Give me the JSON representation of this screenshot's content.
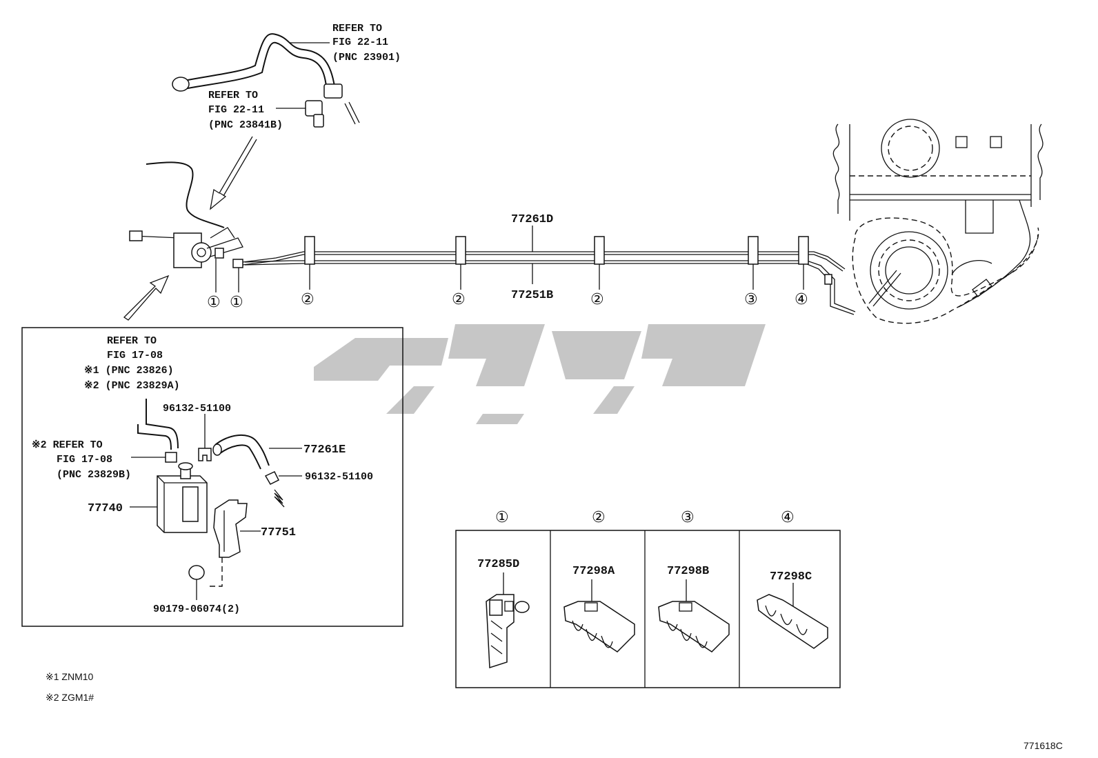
{
  "refs": {
    "top_right": [
      "REFER TO",
      "FIG 22-11",
      "(PNC 23901)"
    ],
    "top_left": [
      "REFER TO",
      "FIG 22-11",
      "(PNC 23841B)"
    ],
    "box": [
      "REFER TO",
      "FIG 17-08",
      "※1 (PNC 23826)",
      "※2 (PNC 23829A)"
    ],
    "box_left": [
      "※2 REFER TO",
      "FIG 17-08",
      "(PNC 23829B)"
    ]
  },
  "parts": {
    "p77261D": "77261D",
    "p77251B": "77251B",
    "p77261E": "77261E",
    "p77740": "77740",
    "p77751": "77751",
    "p96132_a": "96132-51100",
    "p96132_b": "96132-51100",
    "p90179": "90179-06074(2)"
  },
  "callouts": {
    "c1a": "①",
    "c1b": "①",
    "c2a": "②",
    "c2b": "②",
    "c2c": "②",
    "c3": "③",
    "c4": "④"
  },
  "legend_table": {
    "columns": [
      {
        "num": "①",
        "part": "77285D"
      },
      {
        "num": "②",
        "part": "77298A"
      },
      {
        "num": "③",
        "part": "77298B"
      },
      {
        "num": "④",
        "part": "77298C"
      }
    ]
  },
  "notes": [
    "※1  ZNM10",
    "※2  ZGM1#"
  ],
  "figure_id": "771618C"
}
